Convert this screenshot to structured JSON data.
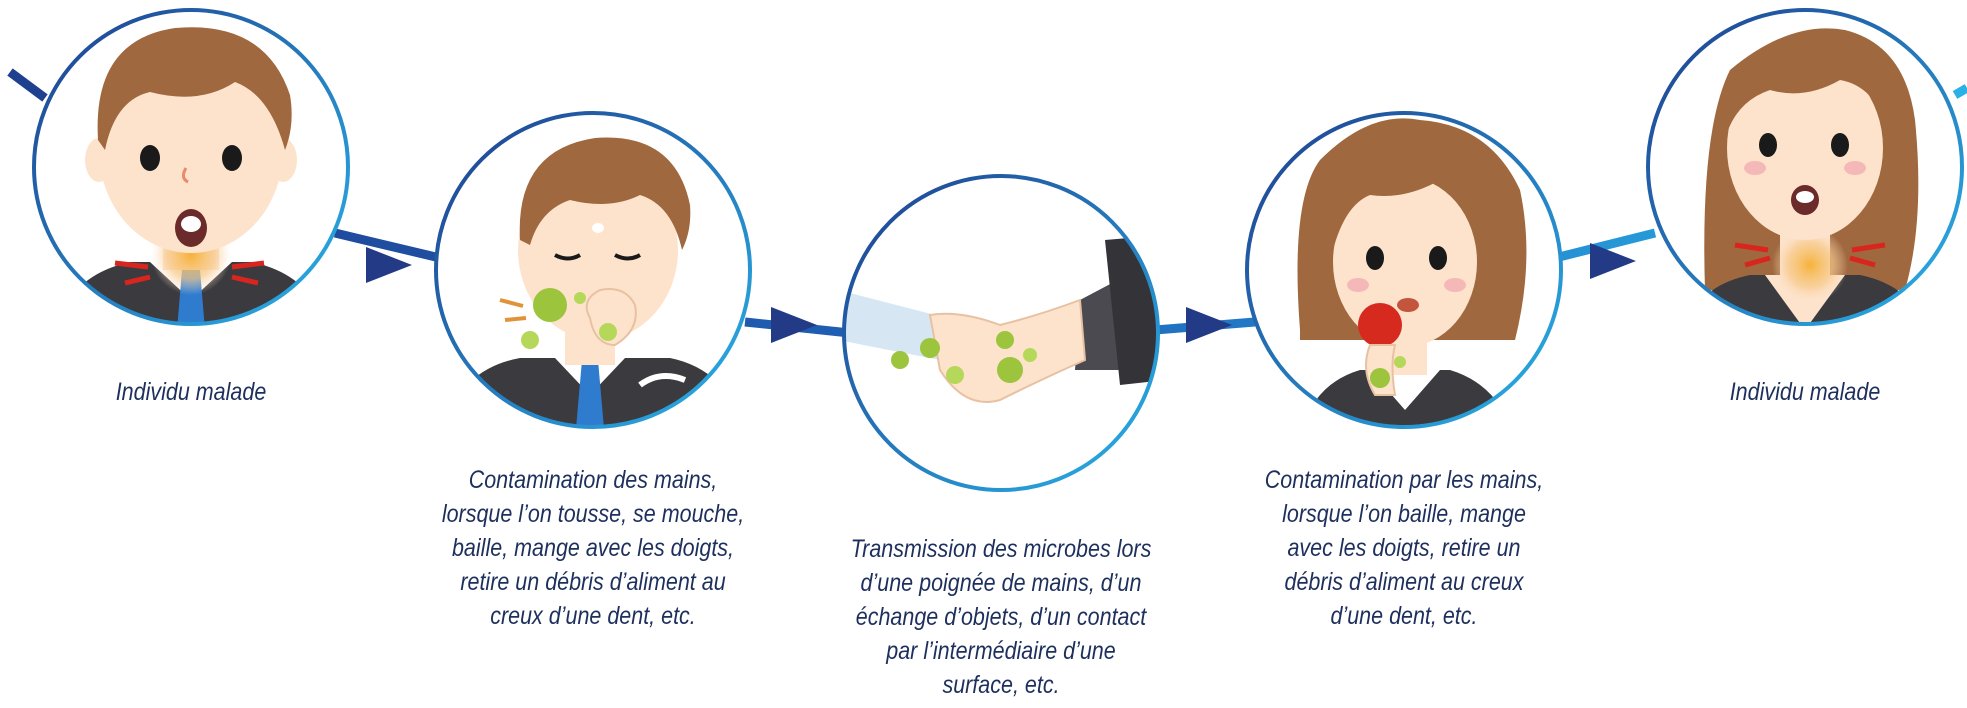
{
  "steps": [
    {
      "id": "sick-person-start",
      "caption": [
        "Individu malade"
      ]
    },
    {
      "id": "hand-contamination",
      "caption": [
        "Contamination des mains,",
        "lorsque l’on tousse, se mouche,",
        "baille, mange avec les doigts,",
        "retire un débris d’aliment au",
        "creux d’une dent, etc."
      ]
    },
    {
      "id": "transmission",
      "caption": [
        "Transmission des microbes lors",
        "d’une poignée de mains, d’un",
        "échange d’objets, d’un contact",
        "par l’intermédiaire d’une",
        "surface, etc."
      ]
    },
    {
      "id": "contamination-by-hands",
      "caption": [
        "Contamination par les mains,",
        "lorsque l’on baille, mange",
        "avec les doigts, retire un",
        "débris d’aliment au creux",
        "d’une dent, etc."
      ]
    },
    {
      "id": "sick-person-end",
      "caption": [
        "Individu malade"
      ]
    }
  ],
  "colors": {
    "line_dark": "#1f3f8f",
    "line_light": "#29a9e1",
    "arrow": "#233a86",
    "text": "#1d2f5c",
    "germ": "#9cc43c",
    "hair": "#a0683e",
    "skin": "#fde3cc",
    "suit": "#3a3a3f"
  },
  "icons": [
    "arrow-right-icon",
    "germ-icon"
  ]
}
